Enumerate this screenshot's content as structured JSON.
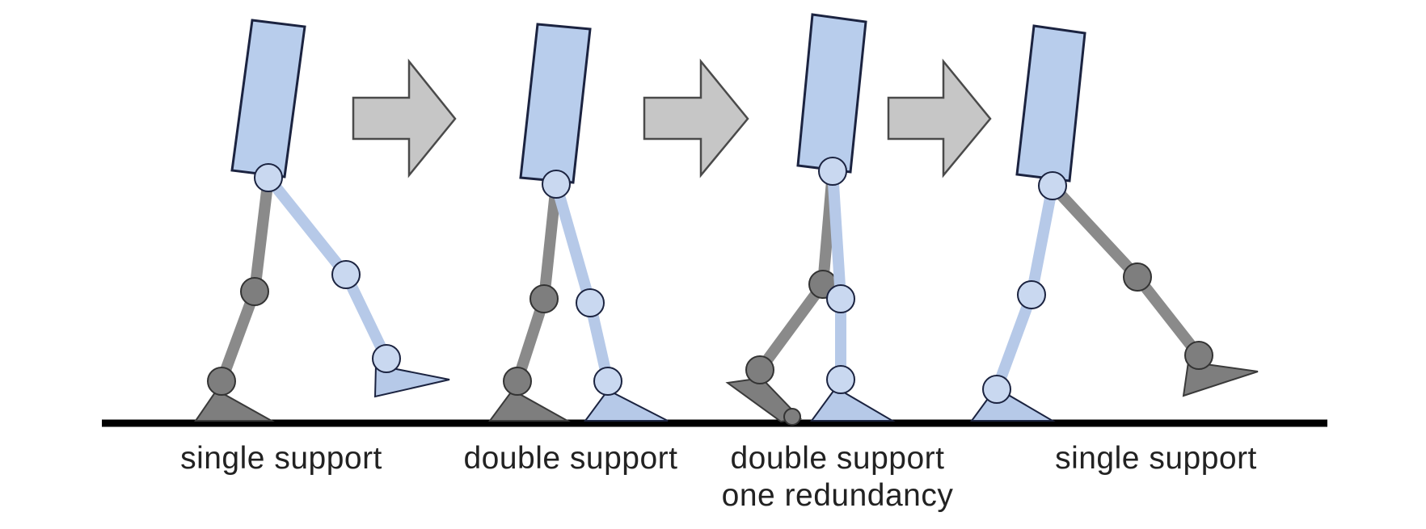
{
  "colors": {
    "torso_fill": "#b8cdec",
    "torso_stroke": "#1b2340",
    "leg_blue": "#b6c9e8",
    "leg_grey": "#8a8a8a",
    "joint_blue": "#c9d8f0",
    "joint_grey": "#7e7e7e",
    "arrow_fill": "#c6c6c6",
    "arrow_stroke": "#4a4a4a",
    "ground": "#000000"
  },
  "phases": [
    {
      "label": "single support"
    },
    {
      "label": "double support"
    },
    {
      "label": "double support",
      "label_line2": "one redundancy"
    },
    {
      "label": "single support"
    }
  ],
  "icons": [
    "right-arrow-icon",
    "right-arrow-icon",
    "right-arrow-icon"
  ]
}
